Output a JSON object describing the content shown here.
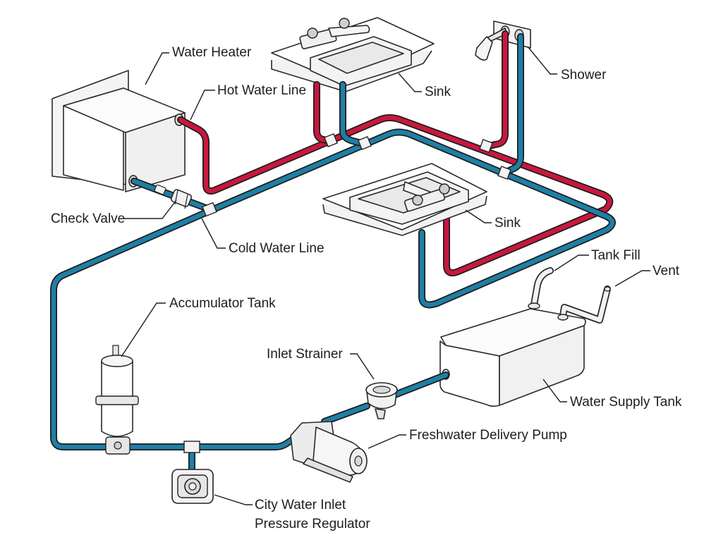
{
  "labels": {
    "water_heater": "Water Heater",
    "hot_water_line": "Hot Water Line",
    "sink_top": "Sink",
    "shower": "Shower",
    "check_valve": "Check Valve",
    "cold_water_line": "Cold Water Line",
    "sink_middle": "Sink",
    "tank_fill": "Tank Fill",
    "vent": "Vent",
    "accumulator_tank": "Accumulator Tank",
    "inlet_strainer": "Inlet Strainer",
    "water_supply_tank": "Water Supply Tank",
    "freshwater_delivery_pump": "Freshwater Delivery Pump",
    "city_water_inlet_line1": "City Water Inlet",
    "city_water_inlet_line2": "Pressure Regulator"
  },
  "colors": {
    "hot_line": "#c8183f",
    "cold_line": "#1f7fa6",
    "outline": "#1c1c1c"
  }
}
